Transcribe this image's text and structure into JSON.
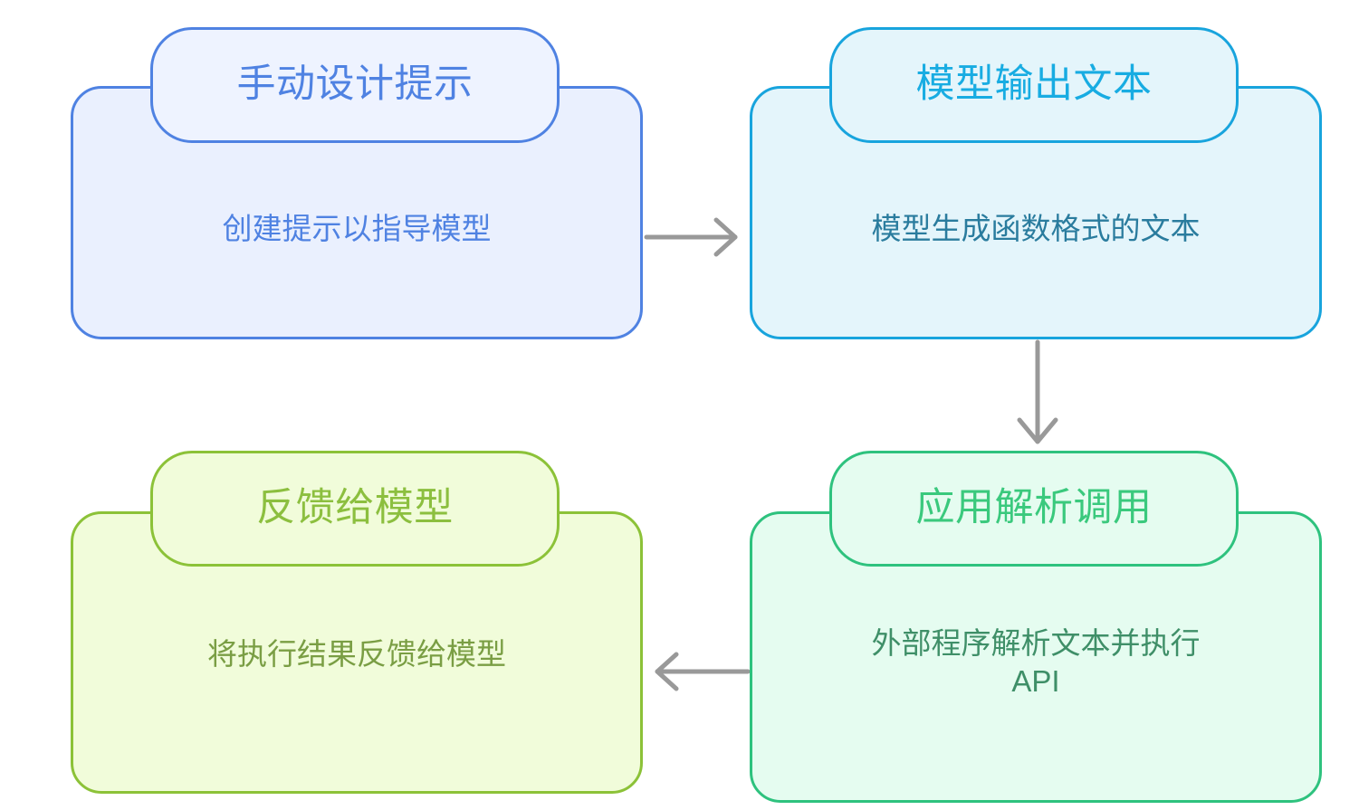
{
  "diagram": {
    "type": "flowchart",
    "title": "",
    "direction": "LR/TB grid",
    "background": "#ffffff",
    "edge_color": "#999999"
  },
  "nodes": [
    {
      "id": "prompt",
      "label": "手动设计提示",
      "description": "创建提示以指导模型",
      "stroke": "#4f82e2",
      "fill": "#eaf0fe",
      "label_text_color": "#4f82e2",
      "desc_text_color": "#4f82e2"
    },
    {
      "id": "output",
      "label": "模型输出文本",
      "description": "模型生成函数格式的文本",
      "stroke": "#18a4dd",
      "fill": "#e4f5fb",
      "label_text_color": "#18ace2",
      "desc_text_color": "#2a7c9e"
    },
    {
      "id": "feedback",
      "label": "反馈给模型",
      "description": "将执行结果反馈给模型",
      "stroke": "#8cc238",
      "fill": "#f1fcda",
      "label_text_color": "#8cbf3f",
      "desc_text_color": "#7a9e44"
    },
    {
      "id": "parse",
      "label": "应用解析调用",
      "description": "外部程序解析文本并执行\nAPI",
      "stroke": "#2ec27e",
      "fill": "#e5fcf0",
      "label_text_color": "#3ac97d",
      "desc_text_color": "#3f8f68"
    }
  ],
  "edges": [
    {
      "id": "edge-prompt-output",
      "from": "prompt",
      "to": "output",
      "label": "",
      "direction": "right"
    },
    {
      "id": "edge-output-parse",
      "from": "output",
      "to": "parse",
      "label": "",
      "direction": "down"
    },
    {
      "id": "edge-parse-feedback",
      "from": "parse",
      "to": "feedback",
      "label": "",
      "direction": "left"
    }
  ]
}
